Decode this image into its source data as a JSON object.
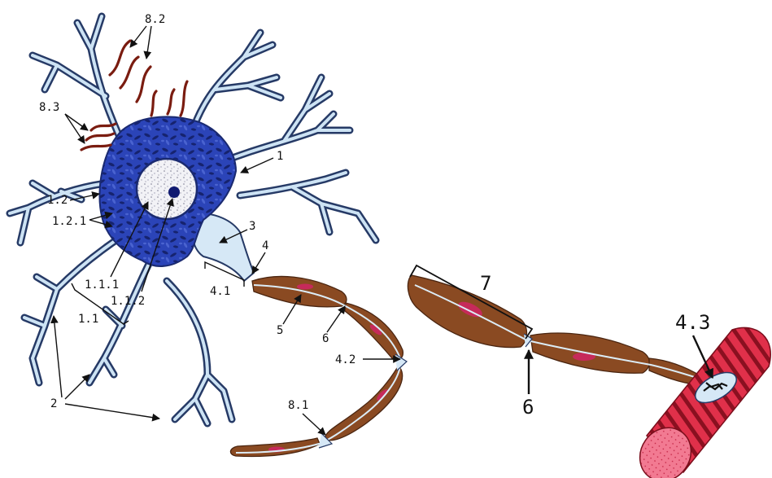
{
  "labels": {
    "soma": "1",
    "dendrite": "1.2",
    "dendrite_branch": "1.2.1",
    "nucleus": "1.1.1",
    "nucleolus": "1.1.2",
    "perikaryon_bracket": "1.1",
    "dendrites_group": "2",
    "axon_hillock": "3",
    "initial_segment": "4",
    "initial_segment_bracket": "4.1",
    "node_gap": "4.2",
    "synaptic_terminal": "4.3",
    "schwann_cell": "5",
    "node_left": "6",
    "node_right": "6",
    "myelin_bracket": "7",
    "synapse_axon": "8.1",
    "synapse_dendrite": "8.2",
    "synapse_soma": "8.3"
  },
  "colors": {
    "cytoplasm": "#2b44b8",
    "nissl": "#1a2a88",
    "membrane": "#263a66",
    "dendrite_core": "#cde3f4",
    "hillock": "#d6e8f6",
    "nucleus": "#f0f0f5",
    "nucleolus": "#101a70",
    "myelin": "#8a4a22",
    "schwann_nucleus": "#c62a5a",
    "telodendria": "#7a1c10",
    "muscle": "#e0304a",
    "muscle_stripe": "#8a1020",
    "muscle_cut": "#f27a92"
  }
}
